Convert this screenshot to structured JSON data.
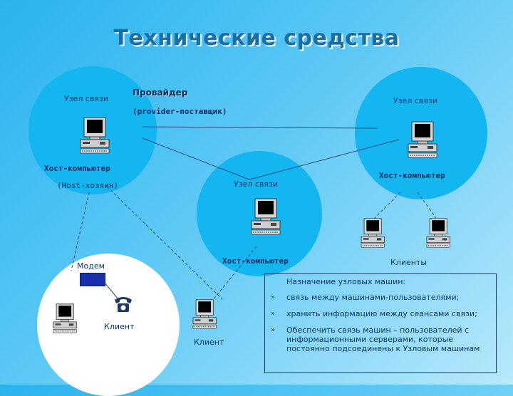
{
  "title": "Технические средства",
  "nodes": {
    "top_left_label": "Узел связи",
    "top_right_label": "Узел связи",
    "center_label": "Узел  связи",
    "provider": "Провайдер",
    "provider_sub": "(provider-поставщик)",
    "host_left": "Хост-компьютер",
    "host_left_sub": "(Host-хозяин)",
    "host_right": "Хост-компьютер",
    "host_center": "Хост-компьютер",
    "clients_right": "Клиенты",
    "modem": "Модем",
    "client_left": "Клиент",
    "client_bottom": "Клиент"
  },
  "info_box": {
    "title": "Назначение узловых машин:",
    "items": [
      "связь между машинами-пользователями;",
      "хранить информацию между сеансами связи;",
      "Обеспечить связь машин – пользователей с информационными серверами, которые постоянно подсоединены к Узловым машинам"
    ]
  },
  "colors": {
    "node_circle": "#14b6f1",
    "client_circle": "#ffffff",
    "title": "#1a6fa8",
    "modem": "#1830b0"
  },
  "icons": [
    "computer-icon",
    "modem-icon",
    "telephone-icon",
    "bullet-arrow-icon"
  ]
}
